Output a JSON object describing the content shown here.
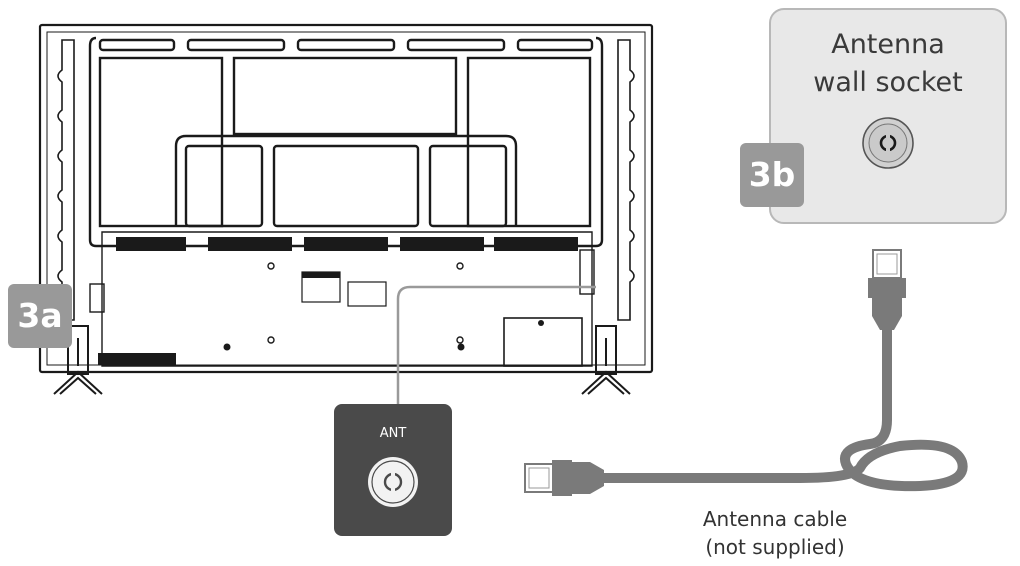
{
  "badges": {
    "step_3a": "3a",
    "step_3b": "3b"
  },
  "wall_socket": {
    "title_line1": "Antenna",
    "title_line2": "wall socket"
  },
  "port": {
    "label": "ANT"
  },
  "cable": {
    "label_line1": "Antenna cable",
    "label_line2": "(not supplied)"
  },
  "colors": {
    "badge": "#999999",
    "socket_panel": "#e8e8e8",
    "port_panel": "#4a4a4a",
    "cable": "#7a7a7a",
    "tv_line": "#1a1a1a"
  }
}
